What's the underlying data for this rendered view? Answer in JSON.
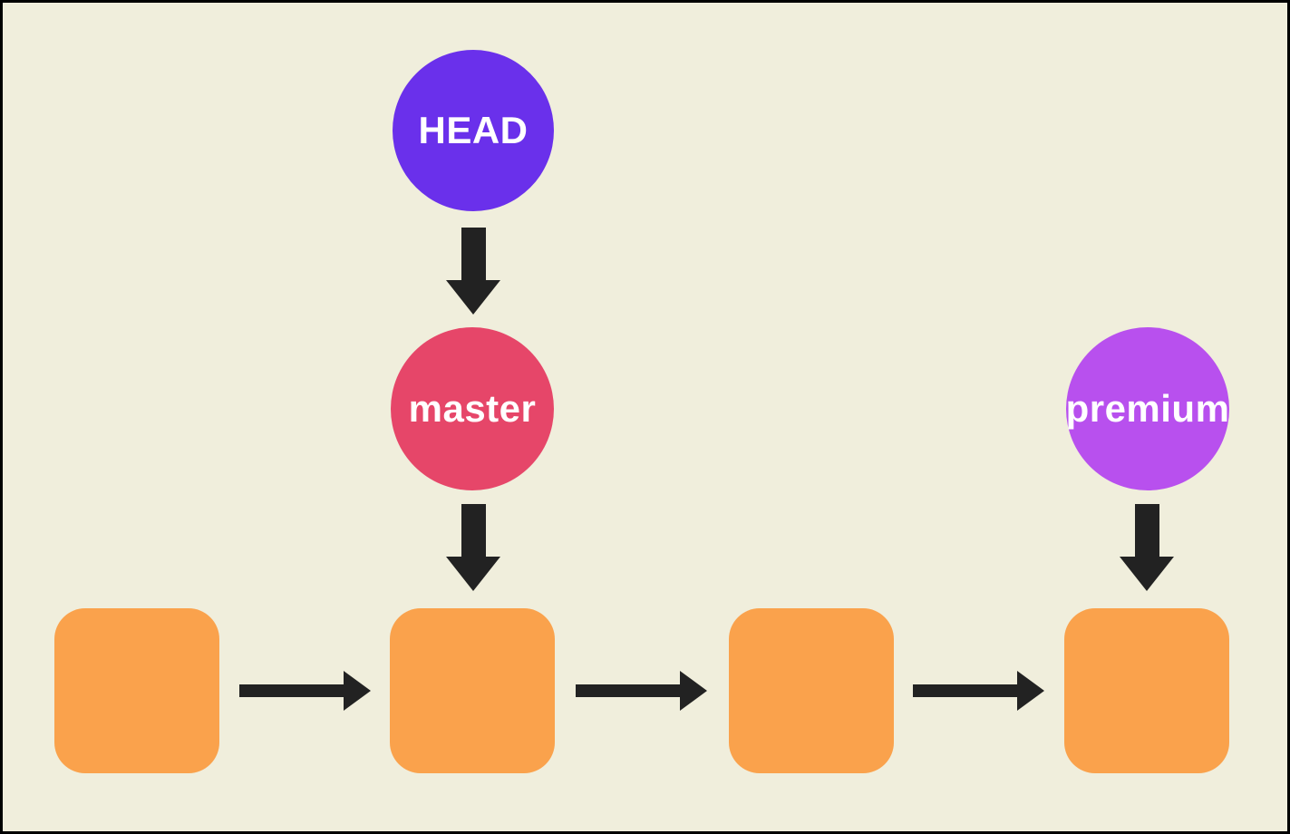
{
  "diagram": {
    "title": "git branch pointer diagram",
    "background": "#F0EEDC",
    "border_color": "#000000",
    "arrow_color": "#222222",
    "text_color": "#FFFFFF",
    "commit_color": "#FAA24C",
    "commit_count": 4,
    "nodes": {
      "head": {
        "label": "HEAD",
        "color": "#6A30EB"
      },
      "master": {
        "label": "master",
        "color": "#E64669"
      },
      "premium": {
        "label": "premium",
        "color": "#B850EE"
      }
    },
    "edges": [
      "HEAD -> master",
      "master -> commit-2",
      "premium -> commit-4",
      "commit-1 -> commit-2",
      "commit-2 -> commit-3",
      "commit-3 -> commit-4"
    ]
  }
}
